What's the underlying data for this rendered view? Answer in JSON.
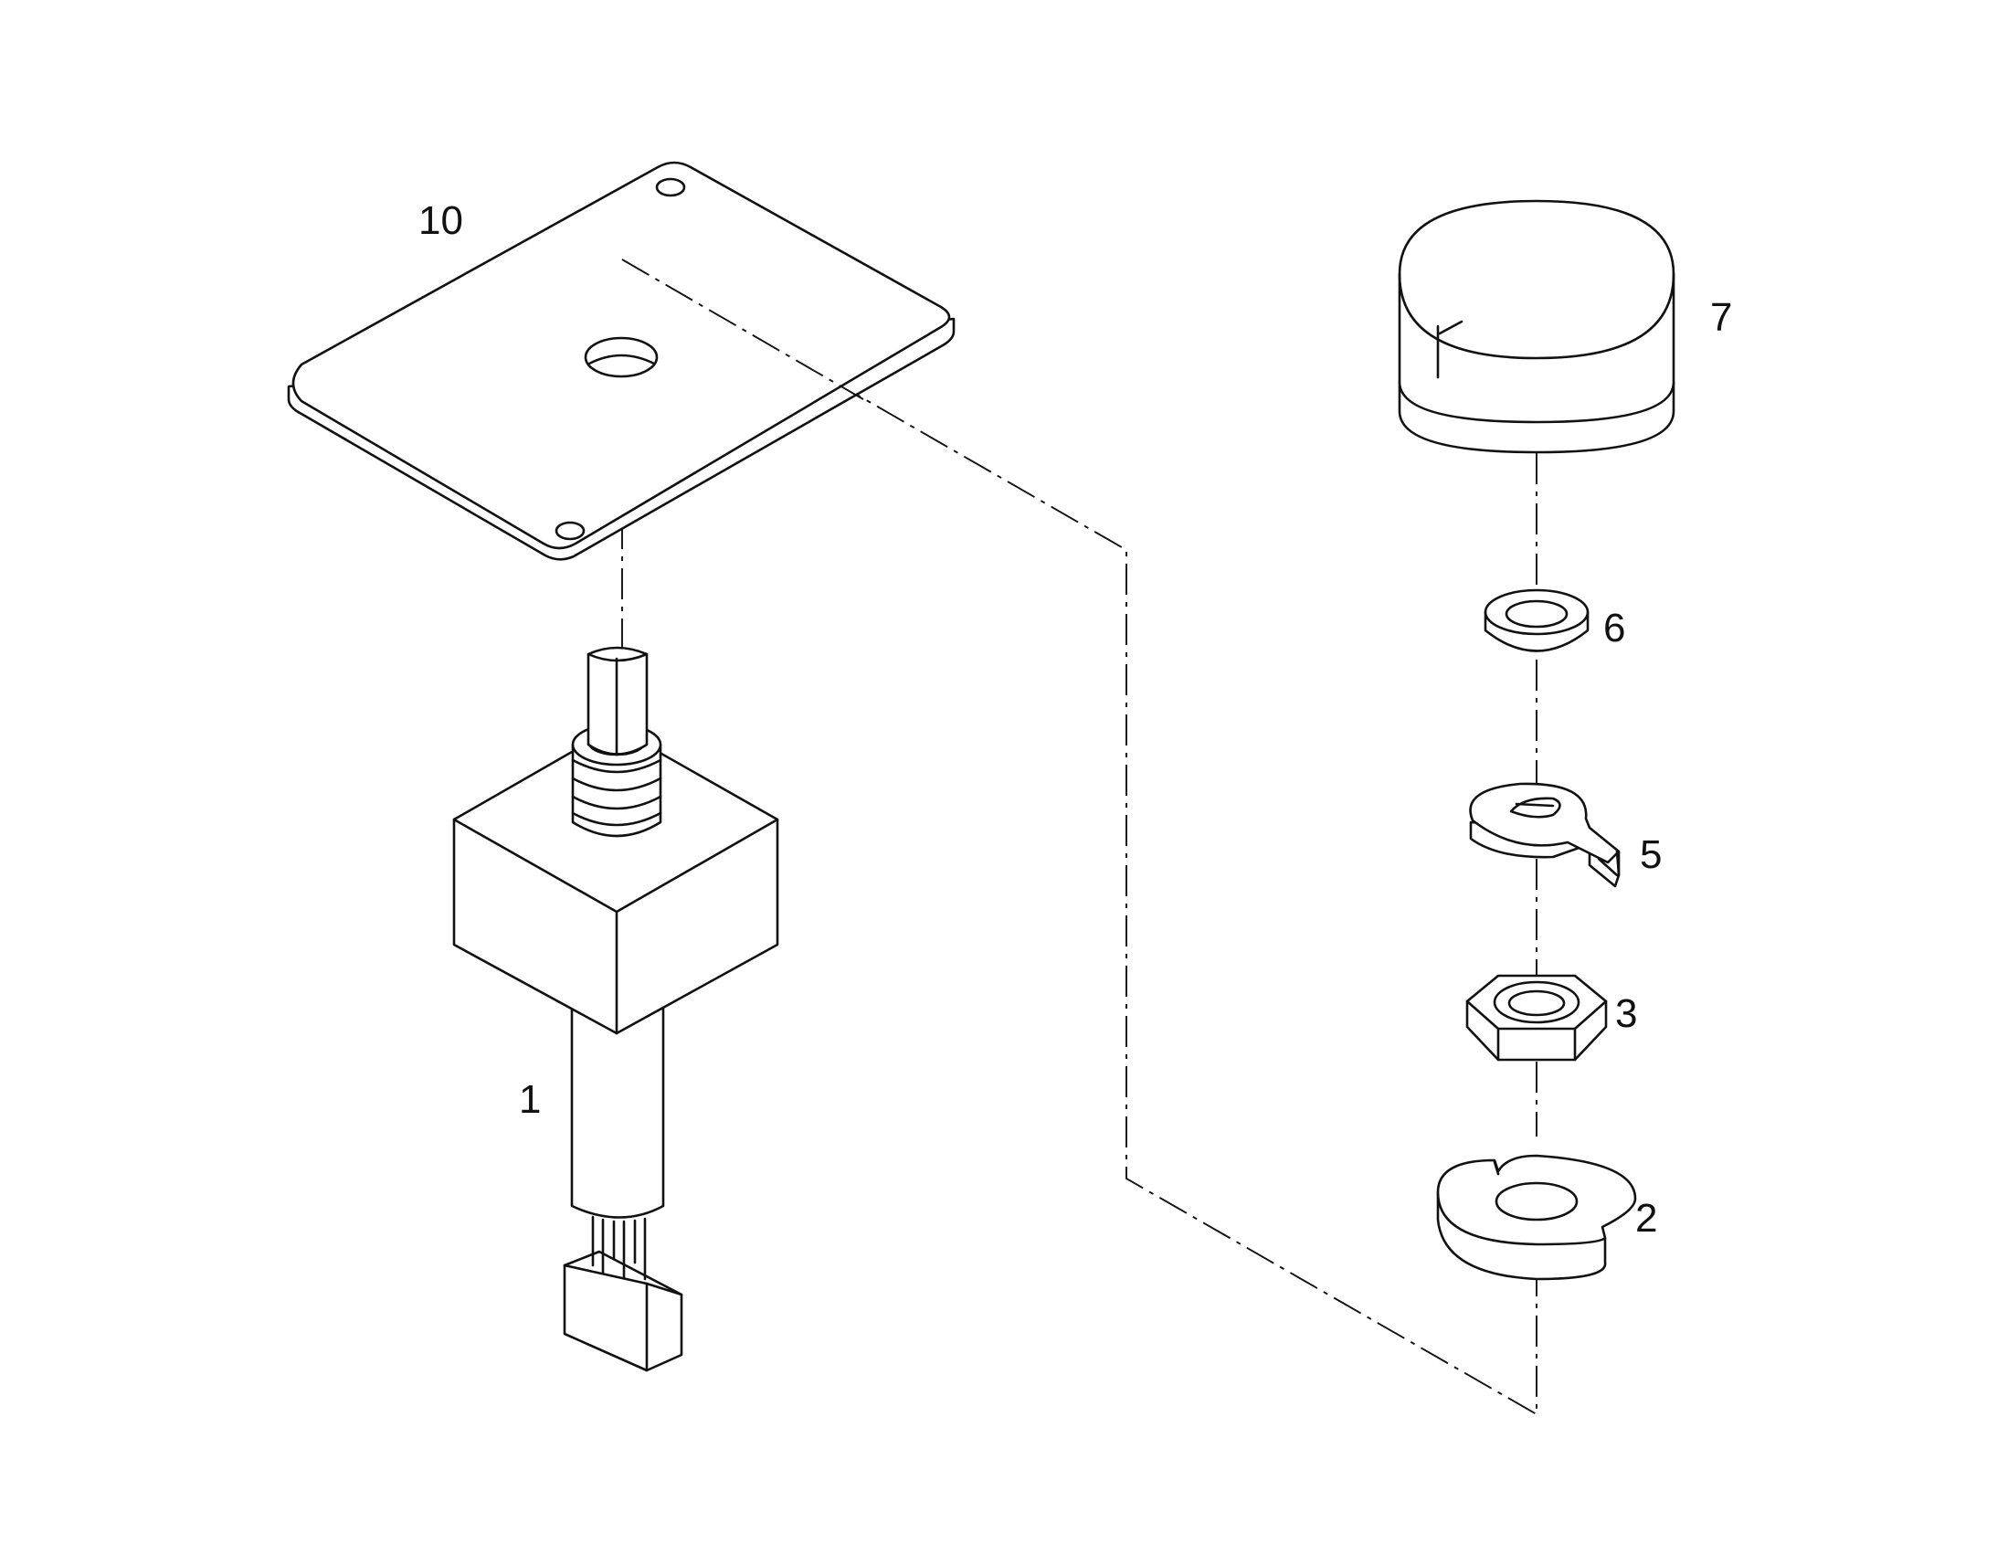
{
  "labels": {
    "cover_plate": "10",
    "potentiometer": "1",
    "knob": "7",
    "flat_washer": "6",
    "anti_rotation_tab": "5",
    "hex_nut": "3",
    "lock_washer": "2"
  }
}
